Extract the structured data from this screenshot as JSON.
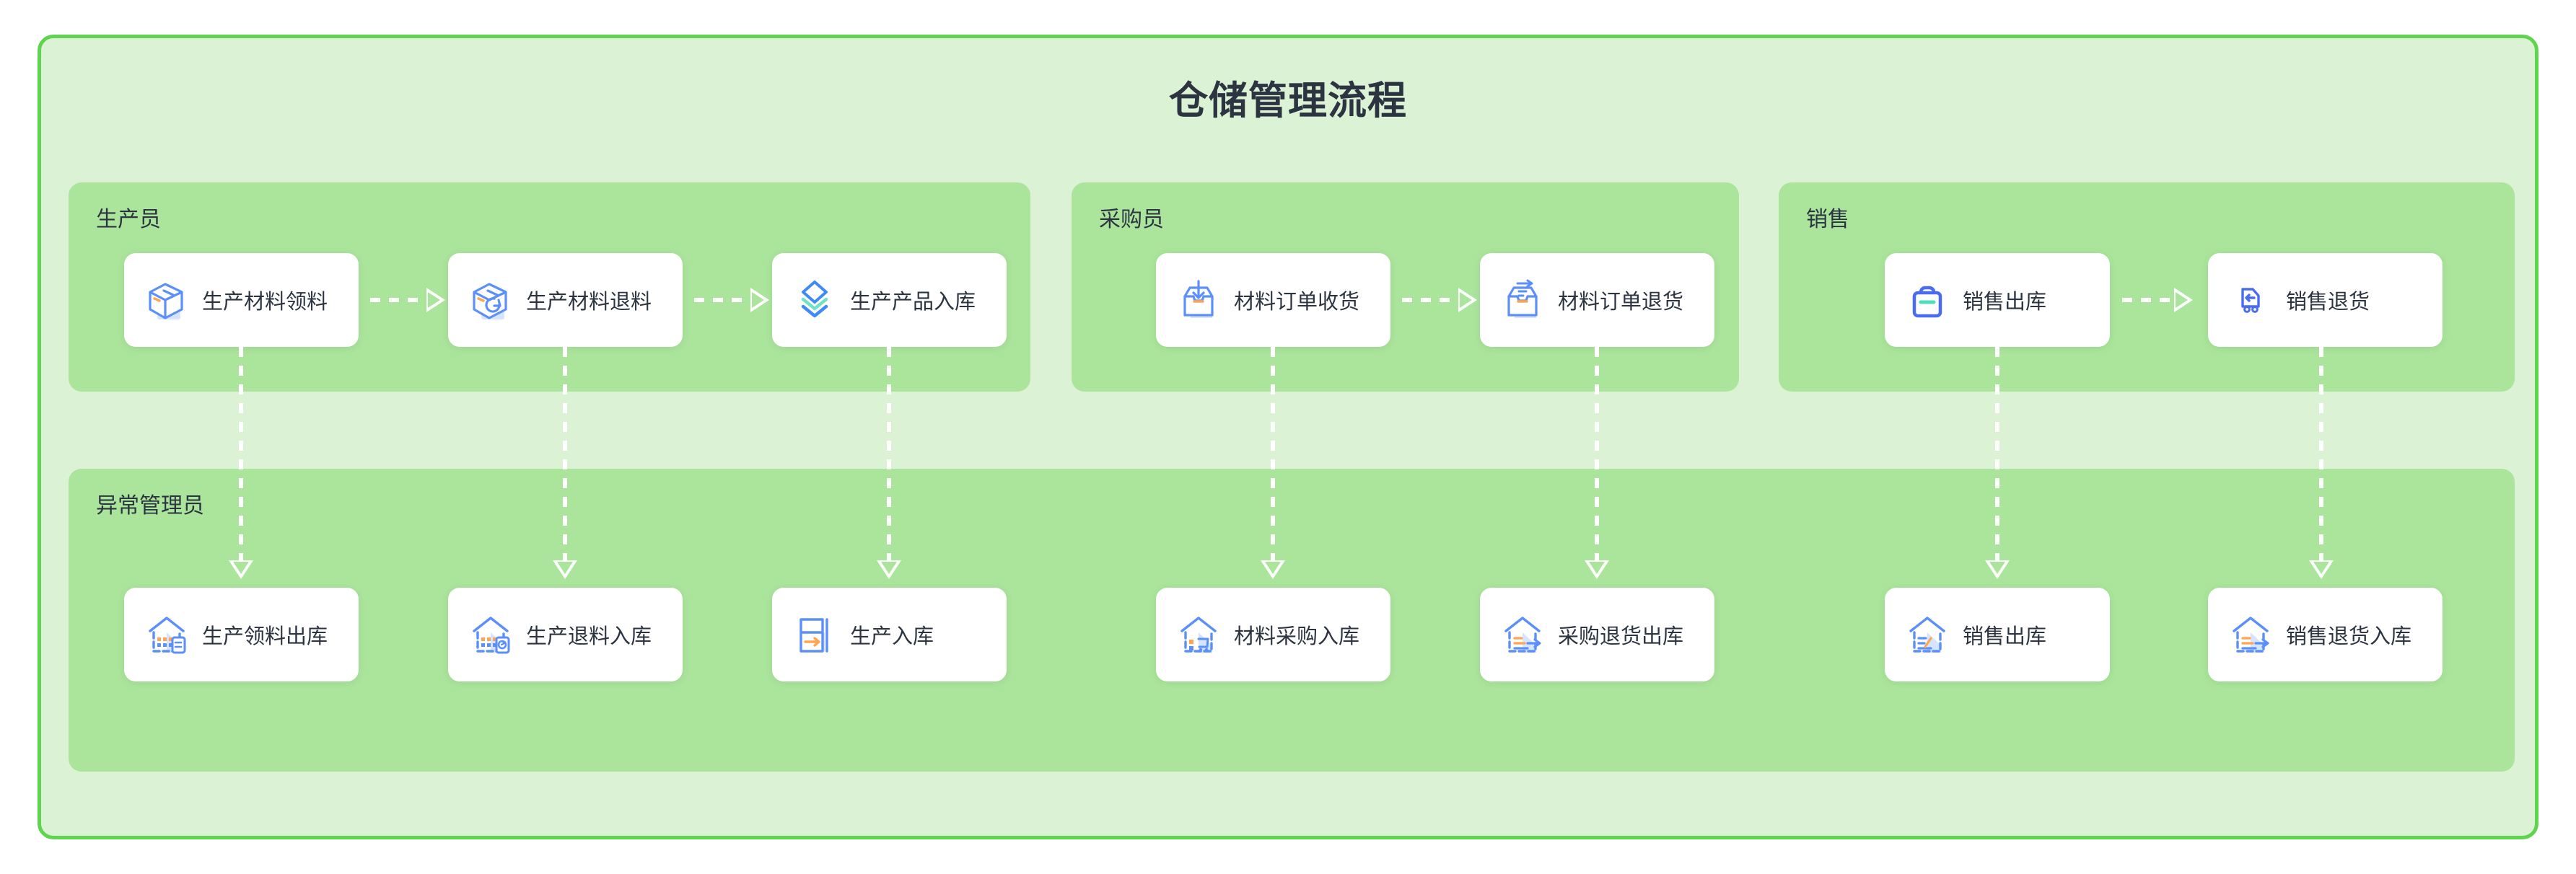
{
  "page": {
    "title": "仓储管理流程",
    "accent_border": "#5FD44E",
    "canvas_bg": "#DCF2D4",
    "lane_bg": "#ABE59C",
    "icon_blue": "#5B8FF9",
    "icon_blue_soft": "#D6E4FF",
    "icon_orange": "#FFA552",
    "icon_teal": "#4BE0BC",
    "text_color": "#2B3440",
    "connector_color": "#FFFFFF"
  },
  "lanes": [
    {
      "id": "producer",
      "title": "生产员"
    },
    {
      "id": "purchaser",
      "title": "采购员"
    },
    {
      "id": "sales",
      "title": "销售"
    },
    {
      "id": "exception-manager",
      "title": "异常管理员"
    }
  ],
  "top_row": {
    "producer": [
      {
        "id": "prod-material-issue",
        "label": "生产材料领料",
        "icon": "box-icon"
      },
      {
        "id": "prod-material-return",
        "label": "生产材料退料",
        "icon": "box-return-icon"
      },
      {
        "id": "prod-product-inbound",
        "label": "生产产品入库",
        "icon": "layers-icon"
      }
    ],
    "purchaser": [
      {
        "id": "material-order-receive",
        "label": "材料订单收货",
        "icon": "inbox-down-icon"
      },
      {
        "id": "material-order-return",
        "label": "材料订单退货",
        "icon": "inbox-out-icon"
      }
    ],
    "sales": [
      {
        "id": "sales-outbound",
        "label": "销售出库",
        "icon": "briefcase-icon"
      },
      {
        "id": "sales-return",
        "label": "销售退货",
        "icon": "truck-return-icon"
      }
    ]
  },
  "bottom_row": [
    {
      "id": "prod-issue-outbound",
      "label": "生产领料出库",
      "icon": "warehouse-out-icon"
    },
    {
      "id": "prod-return-inbound",
      "label": "生产退料入库",
      "icon": "warehouse-return-icon"
    },
    {
      "id": "prod-inbound",
      "label": "生产入库",
      "icon": "container-in-icon"
    },
    {
      "id": "material-buy-inbound",
      "label": "材料采购入库",
      "icon": "warehouse-cart-icon"
    },
    {
      "id": "buy-return-outbound",
      "label": "采购退货出库",
      "icon": "warehouse-arrow-icon"
    },
    {
      "id": "sales-outbound-bottom",
      "label": "销售出库",
      "icon": "warehouse-doc-icon"
    },
    {
      "id": "sales-return-inbound",
      "label": "销售退货入库",
      "icon": "warehouse-arrow-icon"
    }
  ],
  "connectors": {
    "horizontal": [
      {
        "from": "prod-material-issue",
        "to": "prod-material-return"
      },
      {
        "from": "prod-material-return",
        "to": "prod-product-inbound"
      },
      {
        "from": "material-order-receive",
        "to": "material-order-return"
      },
      {
        "from": "sales-outbound",
        "to": "sales-return"
      }
    ],
    "vertical": [
      {
        "from": "prod-material-issue",
        "to": "prod-issue-outbound"
      },
      {
        "from": "prod-material-return",
        "to": "prod-return-inbound"
      },
      {
        "from": "prod-product-inbound",
        "to": "prod-inbound"
      },
      {
        "from": "material-order-receive",
        "to": "material-buy-inbound"
      },
      {
        "from": "material-order-return",
        "to": "buy-return-outbound"
      },
      {
        "from": "sales-outbound",
        "to": "sales-outbound-bottom"
      },
      {
        "from": "sales-return",
        "to": "sales-return-inbound"
      }
    ]
  }
}
